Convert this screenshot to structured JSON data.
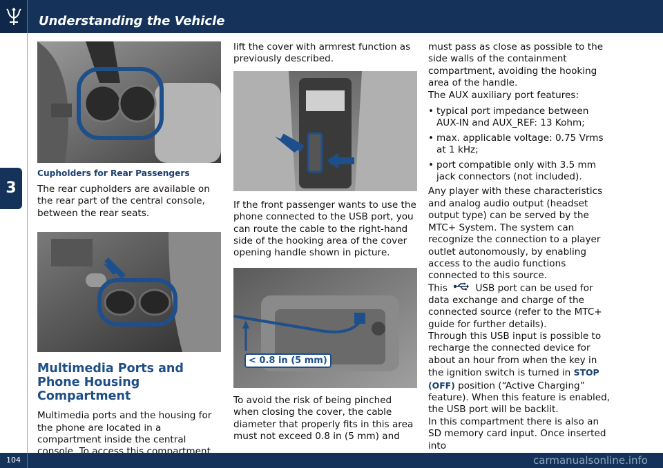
{
  "header": {
    "title": "Understanding the Vehicle",
    "logo_icon": "trident-icon"
  },
  "sidebar": {
    "chapter": "3"
  },
  "footer": {
    "page_number": "104",
    "watermark": "carmanualsonline.info"
  },
  "col1": {
    "caption_rear": "Cupholders for Rear Passengers",
    "para_rear": "The rear cupholders are available on the rear part of the central console, between the rear seats.",
    "heading": "Multimedia Ports and Phone Housing Compartment",
    "para_intro": "Multimedia ports and the housing for the phone are located in a compartment inside the central console. To access this compartment"
  },
  "col2": {
    "para_cont": "lift the cover with armrest function as previously described.",
    "para_phone": "If the front passenger wants to use the phone connected to the USB port, you can route the cable to the right-hand side of the hooking area of the cover opening handle shown in picture.",
    "measure_label": "< 0.8 in (5 mm)",
    "para_pinch": "To avoid the risk of being pinched when closing the cover, the cable diameter that properly fits in this area must not exceed 0.8 in (5 mm) and"
  },
  "col3": {
    "para_pass": "must pass as close as possible to the side walls of the containment compartment, avoiding the hooking area of the handle.",
    "aux_intro": "The AUX auxiliary port features:",
    "bullets": [
      "typical port impedance between AUX-IN and AUX_REF: 13 Kohm;",
      "max. applicable voltage: 0.75 Vrms at 1 kHz;",
      "port compatible only with 3.5 mm jack connectors (not included)."
    ],
    "para_player": "Any player with these characteristics and analog audio output (headset output type) can be served by the MTC+ System. The system can recognize the connection to a player outlet autonomously, by enabling access to the audio functions connected to this source.",
    "usb_pre": "This",
    "usb_icon": "usb-icon",
    "usb_post": "USB port can be used for data exchange and charge of the connected source (refer to the MTC+ guide for further details).",
    "charge_pre": "Through this USB input is possible to recharge the connected device for about an hour from when the key in the ignition switch is turned in",
    "stop_label": "STOP (OFF)",
    "charge_post": "position (“Active Charging” feature). When this feature is enabled, the USB port will be backlit.",
    "para_sd": "In this compartment there is also an SD memory card input. Once inserted into"
  }
}
